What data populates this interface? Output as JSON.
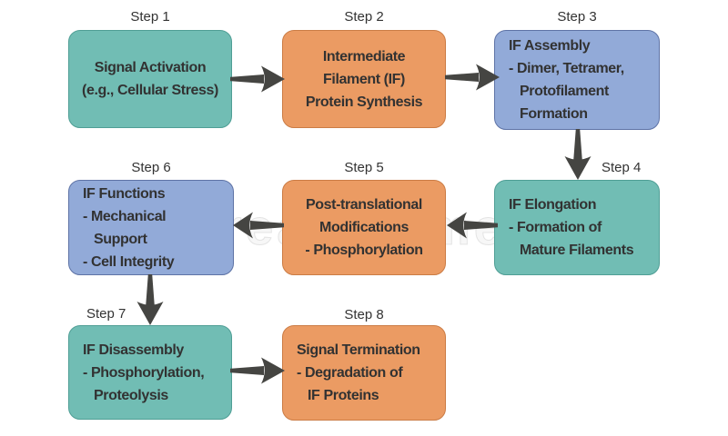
{
  "title": "Intermediate Filament (IF) signaling flowchart",
  "watermark": {
    "text": "dreamstime"
  },
  "colors": {
    "teal": "#71bdb4",
    "orange": "#eb9b63",
    "blue": "#92aad8",
    "arrow": "#454542",
    "text": "#323232",
    "background": "#ffffff"
  },
  "steps": [
    {
      "label": "Step 1",
      "lines": [
        "Signal Activation",
        "(e.g., Cellular Stress)"
      ]
    },
    {
      "label": "Step 2",
      "lines": [
        "Intermediate",
        "Filament (IF)",
        "Protein Synthesis"
      ]
    },
    {
      "label": "Step 3",
      "lines": [
        "IF Assembly",
        "- Dimer, Tetramer,",
        "Protofilament",
        "Formation"
      ]
    },
    {
      "label": "Step 4",
      "lines": [
        "IF Elongation",
        "- Formation of",
        "Mature Filaments"
      ]
    },
    {
      "label": "Step 5",
      "lines": [
        "Post-translational",
        "Modifications",
        "- Phosphorylation"
      ]
    },
    {
      "label": "Step 6",
      "lines": [
        "IF Functions",
        "- Mechanical",
        "Support",
        "- Cell Integrity"
      ]
    },
    {
      "label": "Step 7",
      "lines": [
        "IF Disassembly",
        "- Phosphorylation,",
        "Proteolysis"
      ]
    },
    {
      "label": "Step 8",
      "lines": [
        "Signal Termination",
        "- Degradation of",
        "IF Proteins"
      ]
    }
  ],
  "arrows": [
    {
      "from": "Step 1",
      "to": "Step 2",
      "direction": "right"
    },
    {
      "from": "Step 2",
      "to": "Step 3",
      "direction": "right"
    },
    {
      "from": "Step 3",
      "to": "Step 4",
      "direction": "down"
    },
    {
      "from": "Step 4",
      "to": "Step 5",
      "direction": "left"
    },
    {
      "from": "Step 5",
      "to": "Step 6",
      "direction": "left"
    },
    {
      "from": "Step 6",
      "to": "Step 7",
      "direction": "down"
    },
    {
      "from": "Step 7",
      "to": "Step 8",
      "direction": "right"
    }
  ]
}
